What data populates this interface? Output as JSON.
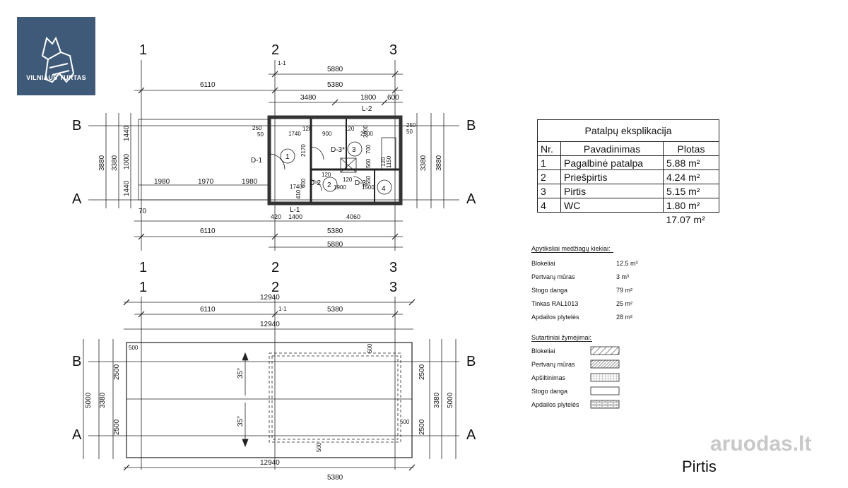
{
  "logo": {
    "text": "VILNIAUS TURTAS",
    "bg": "#3f5a78"
  },
  "grid_axes": {
    "cols": [
      "1",
      "2",
      "3"
    ],
    "rows": [
      "A",
      "B"
    ]
  },
  "floor_plan": {
    "dims_top": {
      "total_right": "5880",
      "gap": "1-1",
      "left": "6110",
      "right": "5380",
      "segments": [
        "3480",
        "1800",
        "600"
      ],
      "section": "L-2"
    },
    "dims_left": {
      "outer": "3880",
      "inner": "3380",
      "parts": [
        "1440",
        "1000",
        "1440"
      ]
    },
    "dims_right": {
      "outer": "3880",
      "inner": "3380"
    },
    "terrace": [
      "1980",
      "1970",
      "1980"
    ],
    "small": [
      "250",
      "50",
      "250",
      "50",
      "70",
      "420",
      "1400",
      "4060",
      "1740",
      "120",
      "900",
      "120",
      "2500",
      "2170",
      "1740",
      "600",
      "120",
      "1900",
      "120",
      "550",
      "1500",
      "1150",
      "120",
      "2000",
      "700",
      "560",
      "410"
    ],
    "doors": [
      "D-1",
      "D-2",
      "D-3*",
      "D-3"
    ],
    "rooms": [
      "1",
      "2",
      "3",
      "4"
    ],
    "section_bottom": "L-1",
    "dims_bottom": {
      "left": "6110",
      "right": "5380",
      "total": "5880"
    }
  },
  "roof_plan": {
    "dims_top": {
      "total": "12940",
      "gap": "1-1",
      "left": "6110",
      "right": "5380",
      "total2": "12940"
    },
    "dims_left": {
      "outer": "5000",
      "inner": "3380",
      "parts": [
        "2500",
        "2500"
      ]
    },
    "dims_right": {
      "outer": "5000",
      "inner": "3380",
      "parts": [
        "2500",
        "2500"
      ]
    },
    "slopes": [
      "35°",
      "35°"
    ],
    "overhangs": [
      "500",
      "500",
      "500",
      "500"
    ],
    "dims_bottom": {
      "total": "12940",
      "right": "5380"
    }
  },
  "explication": {
    "title": "Patalpų eksplikacija",
    "headers": [
      "Nr.",
      "Pavadinimas",
      "Plotas"
    ],
    "rows": [
      [
        "1",
        "Pagalbinė patalpa",
        "5.88 m²"
      ],
      [
        "2",
        "Priešpirtis",
        "4.24 m²"
      ],
      [
        "3",
        "Pirtis",
        "5.15 m²"
      ],
      [
        "4",
        "WC",
        "1.80 m²"
      ]
    ],
    "total": "17.07 m²"
  },
  "materials": {
    "title": "Apytiksliai medžiagų kiekiai:",
    "rows": [
      [
        "Blokeliai",
        "12.5 m³"
      ],
      [
        "Pertvarų mūras",
        "3 m³"
      ],
      [
        "Stogo danga",
        "79 m²"
      ],
      [
        "Tinkas RAL1013",
        "25 m²"
      ],
      [
        "Apdailos plytelės",
        "28 m²"
      ]
    ]
  },
  "legend": {
    "title": "Sutartiniai žymėjimai:",
    "items": [
      "Blokeliai",
      "Pertvarų mūras",
      "Apšiltinimas",
      "Stogo danga",
      "Apdailos plytelės"
    ]
  },
  "footer_title": "Pirtis",
  "watermark": "aruodas.lt"
}
